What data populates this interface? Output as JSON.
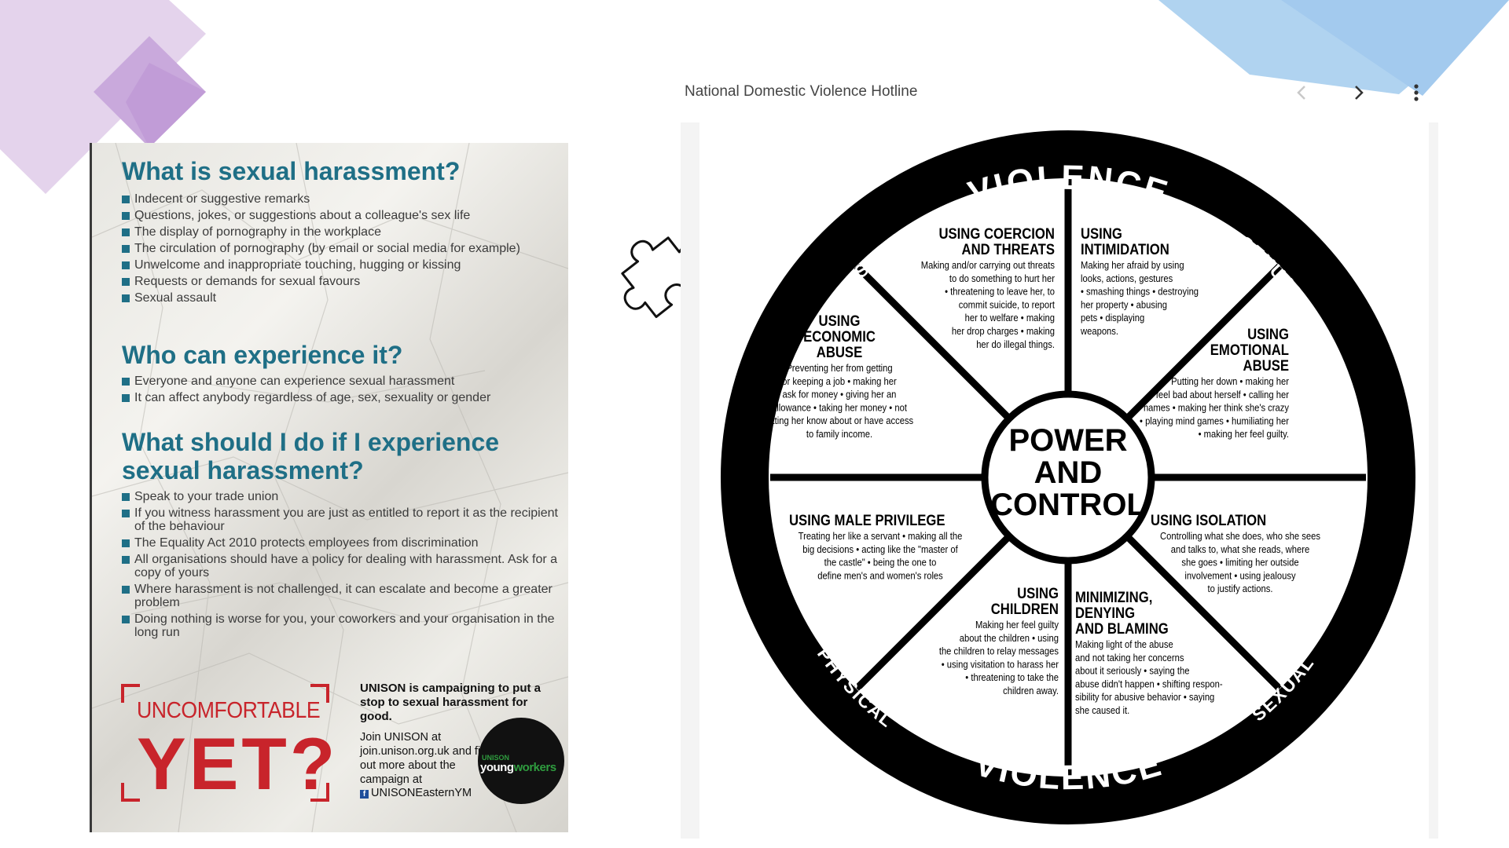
{
  "poster": {
    "section1": {
      "heading": "What is sexual harassment?",
      "items": [
        "Indecent or suggestive remarks",
        "Questions, jokes, or suggestions about a colleague's sex life",
        "The display of pornography in the workplace",
        "The circulation of pornography (by email or social media for example)",
        "Unwelcome and inappropriate touching, hugging or kissing",
        "Requests or demands for sexual favours",
        "Sexual assault"
      ]
    },
    "section2": {
      "heading": "Who can experience it?",
      "items": [
        "Everyone and anyone can experience sexual harassment",
        "It can affect anybody regardless of age, sex, sexuality or gender"
      ]
    },
    "section3": {
      "heading_line1": "What should I do if I experience",
      "heading_line2": "sexual harassment?",
      "items": [
        "Speak to your trade union",
        "If you witness harassment you are just as entitled to report it as the recipient of the behaviour",
        "The Equality Act 2010 protects employees from discrimination",
        "All organisations should have a policy for dealing with harassment. Ask for a copy of yours",
        "Where harassment is not challenged, it can escalate and become a greater problem",
        "Doing nothing is worse for you, your coworkers and your organisation in the long run"
      ]
    },
    "uncomfortable": "UNCOMFORTABLE",
    "yet": "YET?",
    "campaign": "UNISON is campaigning to put a stop to sexual harassment for good.",
    "join": "Join UNISON at join.unison.org.uk and find out more about the campaign at",
    "social": "UNISONEasternYM",
    "logo_top": "UNISON",
    "logo_main_a": "young",
    "logo_main_b": "workers"
  },
  "viewer": {
    "title": "National Domestic Violence Hotline",
    "prev_icon": "chevron-left-icon",
    "next_icon": "chevron-right-icon",
    "menu_icon": "more-vert-icon"
  },
  "wheel": {
    "center": [
      "POWER",
      "AND",
      "CONTROL"
    ],
    "rim_top": "VIOLENCE",
    "rim_bottom": "VIOLENCE",
    "physical_top": "PHYSICAL",
    "sexual_top": "SEXUAL",
    "physical_bottom": "PHYSICAL",
    "sexual_bottom": "SEXUAL",
    "segments": [
      {
        "id": "coercion",
        "title": [
          "USING COERCION",
          "AND THREATS"
        ],
        "body": [
          "Making and/or carrying out threats",
          "to do something to hurt her",
          "• threatening to leave her, to",
          "commit suicide, to report",
          "her to welfare • making",
          "her drop charges • making",
          "her do illegal things."
        ]
      },
      {
        "id": "intimidation",
        "title": [
          "USING",
          "INTIMIDATION"
        ],
        "body": [
          "Making her afraid by using",
          "looks, actions, gestures",
          "• smashing things • destroying",
          "her property • abusing",
          "pets • displaying",
          "weapons."
        ]
      },
      {
        "id": "emotional",
        "title": [
          "USING",
          "EMOTIONAL",
          "ABUSE"
        ],
        "body": [
          "Putting her down • making her",
          "feel bad about herself • calling her",
          "names • making her think she's crazy",
          "• playing mind games • humiliating her",
          "• making her feel guilty."
        ]
      },
      {
        "id": "isolation",
        "title": [
          "USING ISOLATION"
        ],
        "body": [
          "Controlling what she does, who she sees",
          "and talks to, what she reads, where",
          "she goes • limiting her outside",
          "involvement • using jealousy",
          "to justify actions."
        ]
      },
      {
        "id": "minimizing",
        "title": [
          "MINIMIZING,",
          "DENYING",
          "AND BLAMING"
        ],
        "body": [
          "Making light of the abuse",
          "and not taking her concerns",
          "about it seriously • saying the",
          "abuse didn't happen • shifting respon-",
          "sibility for abusive behavior • saying",
          "she caused it."
        ]
      },
      {
        "id": "children",
        "title": [
          "USING",
          "CHILDREN"
        ],
        "body": [
          "Making her feel guilty",
          "about the children • using",
          "the children to relay messages",
          "• using visitation to harass her",
          "• threatening to take the",
          "children away."
        ]
      },
      {
        "id": "privilege",
        "title": [
          "USING MALE PRIVILEGE"
        ],
        "body": [
          "Treating her like a servant • making all the",
          "big decisions • acting like the \"master of",
          "the castle\" • being the one to",
          "define men's and women's roles"
        ]
      },
      {
        "id": "economic",
        "title": [
          "USING",
          "ECONOMIC",
          "ABUSE"
        ],
        "body": [
          "Preventing her from getting",
          "or keeping a job • making her",
          "ask for money • giving her an",
          "allowance • taking her money • not",
          "letting her know about or have access",
          "to family income."
        ]
      }
    ]
  },
  "colors": {
    "poster_heading": "#1f6f86",
    "poster_red": "#c8242b",
    "deco_purple": "#c39bd3",
    "deco_blue": "#a7cdee"
  }
}
